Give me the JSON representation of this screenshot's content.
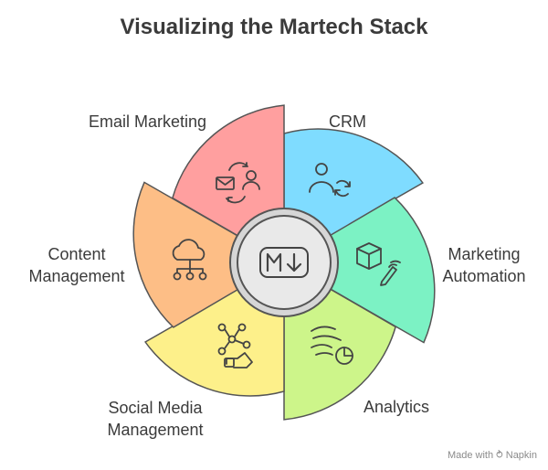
{
  "title": "Visualizing the Martech Stack",
  "center": {
    "icon": "markdown-download-icon",
    "label": "M↓"
  },
  "segments": [
    {
      "label": "CRM",
      "color": "#7fdcff",
      "icon": "users-sync-icon"
    },
    {
      "label": "Marketing Automation",
      "line1": "Marketing",
      "line2": "Automation",
      "color": "#7cf2c4",
      "icon": "package-pen-icon"
    },
    {
      "label": "Analytics",
      "color": "#cdf58a",
      "icon": "wind-pie-icon"
    },
    {
      "label": "Social Media Management",
      "line1": "Social Media",
      "line2": "Management",
      "color": "#fdf08a",
      "icon": "hand-network-icon"
    },
    {
      "label": "Content Management",
      "line1": "Content",
      "line2": "Management",
      "color": "#fdbe86",
      "icon": "cloud-network-icon"
    },
    {
      "label": "Email Marketing",
      "color": "#ff9f9f",
      "icon": "mail-user-sync-icon"
    }
  ],
  "footer": {
    "made_with": "Made with",
    "brand": "Napkin"
  }
}
